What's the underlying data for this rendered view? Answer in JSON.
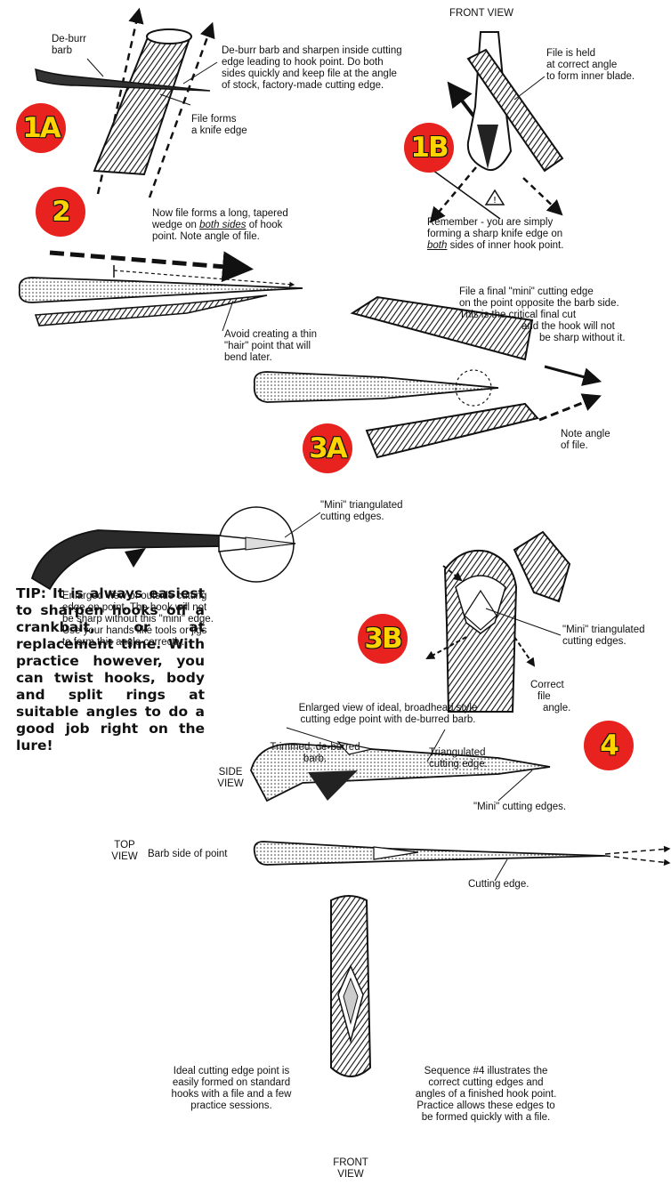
{
  "step_1a": {
    "badge": "1A",
    "deburr_label": [
      "De-burr",
      "barb"
    ],
    "instruction": [
      "De-burr barb and sharpen inside cutting",
      "edge leading to hook point.  Do both",
      "sides quickly and keep file at the angle",
      "of stock, factory-made cutting edge."
    ],
    "file_label": [
      "File forms",
      "a knife edge"
    ]
  },
  "step_1b": {
    "badge": "1B",
    "view_title": "FRONT VIEW",
    "file_label": [
      "File is held",
      "at correct angle",
      "to form inner blade."
    ],
    "remember_line1": "Remember - you are simply",
    "remember_line2": "forming a sharp knife edge on",
    "remember_emph": "both",
    "remember_line3": " sides of inner hook point."
  },
  "step_2": {
    "badge": "2",
    "line1": "Now file forms a long, tapered",
    "line2a": "wedge on ",
    "line2_emph": "both sides",
    "line2b": " of hook",
    "line3": "point.  Note angle of file.",
    "avoid": [
      "Avoid creating a thin",
      "\"hair\" point that will",
      "bend later."
    ]
  },
  "step_3a": {
    "badge": "3A",
    "instruction": [
      "File a final \"mini\" cutting edge",
      "on the point opposite the barb side.",
      "This is the critical final cut",
      "and the hook will not",
      "be sharp without it."
    ],
    "note": [
      "Note angle",
      "of file."
    ],
    "mini_label": [
      "\"Mini\" triangulated",
      "cutting edges."
    ],
    "enlarged": [
      "Enlarged view of outside cutting",
      "edge on point.  The hook will not",
      "be sharp without this \"mini\" edge.",
      "Use your hands like tools or jigs",
      "to form this angle correctly."
    ]
  },
  "step_3b": {
    "badge": "3B",
    "mini_label": [
      "\"Mini\" triangulated",
      "cutting edges."
    ],
    "correct": [
      "Correct",
      "file",
      "angle."
    ]
  },
  "tip": "TIP:  It is always easiest to sharpen hooks off a crankbait, or at replacement time. With practice however, you can twist hooks, body and split rings at suitable angles to do a good job right on the lure!",
  "step_4": {
    "badge": "4",
    "title": [
      "Enlarged view of ideal, broadhead style",
      "cutting edge point with de-burred barb."
    ],
    "trimmed": [
      "Trimmed, de-burred",
      "barb."
    ],
    "triangulated": [
      "Triangulated",
      "cutting edge."
    ],
    "side_view": [
      "SIDE",
      "VIEW"
    ],
    "mini_edges": "\"Mini\" cutting edges.",
    "top_view": [
      "TOP",
      "VIEW"
    ],
    "barb_side": "Barb side of point",
    "cutting_edge": "Cutting edge.",
    "ideal": [
      "Ideal cutting edge point is",
      "easily formed on standard",
      "hooks with a file and a few",
      "practice sessions."
    ],
    "sequence": [
      "Sequence #4 illustrates the",
      "correct cutting edges and",
      "angles of a finished hook point.",
      "Practice allows these edges to",
      "be formed quickly with a file."
    ],
    "front_view": [
      "FRONT",
      "VIEW"
    ]
  },
  "colors": {
    "badge_fill": "#e8231f",
    "badge_text": "#ffd400",
    "ink": "#111111"
  }
}
